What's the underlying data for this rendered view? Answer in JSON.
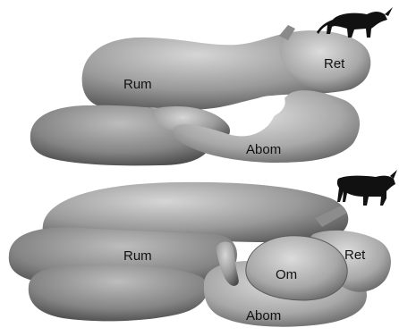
{
  "panels": [
    {
      "labels": {
        "rumen": "Rum",
        "reticulum": "Ret",
        "abomasum": "Abom"
      },
      "silhouette_icon": "goat-silhouette-icon"
    },
    {
      "labels": {
        "rumen": "Rum",
        "reticulum": "Ret",
        "omasum": "Om",
        "abomasum": "Abom"
      },
      "silhouette_icon": "cow-silhouette-icon"
    }
  ],
  "colors": {
    "organ_gradient_light": "#d2d2d2",
    "organ_gradient_dark": "#4a4a4a",
    "animal_silhouette": "#111111"
  }
}
